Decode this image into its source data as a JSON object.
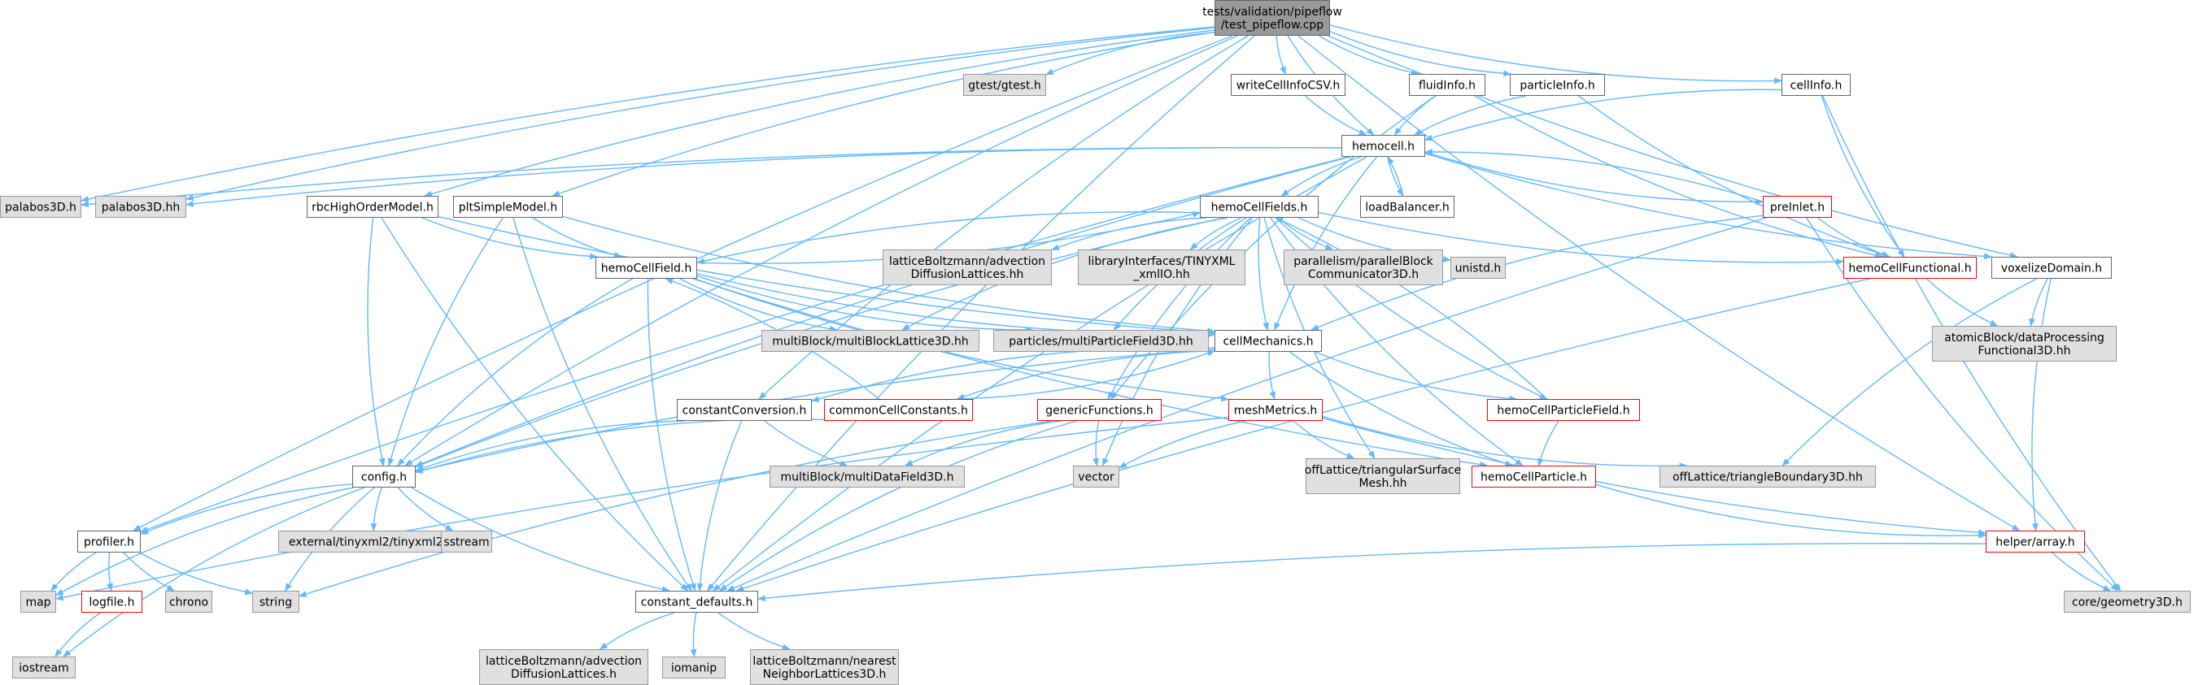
{
  "colors": {
    "root_fill": "#999999",
    "root_stroke": "#666666",
    "file_fill": "#ffffff",
    "file_stroke": "#666666",
    "incomplete_stroke": "#ff0000",
    "system_fill": "#e0e0e0",
    "system_stroke": "#999999",
    "edge": "#63b8ff"
  },
  "nodes": [
    {
      "id": "root",
      "lines": [
        "tests/validation/pipeflow",
        "/test_pipeflow.cpp"
      ],
      "kind": "root"
    },
    {
      "id": "gtest",
      "lines": [
        "gtest/gtest.h"
      ],
      "kind": "system"
    },
    {
      "id": "writeCellInfoCSV",
      "lines": [
        "writeCellInfoCSV.h"
      ],
      "kind": "file"
    },
    {
      "id": "fluidInfo",
      "lines": [
        "fluidInfo.h"
      ],
      "kind": "file"
    },
    {
      "id": "particleInfo",
      "lines": [
        "particleInfo.h"
      ],
      "kind": "file"
    },
    {
      "id": "cellInfo",
      "lines": [
        "cellInfo.h"
      ],
      "kind": "file"
    },
    {
      "id": "hemocell",
      "lines": [
        "hemocell.h"
      ],
      "kind": "file"
    },
    {
      "id": "palabos3Dh",
      "lines": [
        "palabos3D.h"
      ],
      "kind": "system"
    },
    {
      "id": "palabos3Dhh",
      "lines": [
        "palabos3D.hh"
      ],
      "kind": "system"
    },
    {
      "id": "rbcHighOrderModel",
      "lines": [
        "rbcHighOrderModel.h"
      ],
      "kind": "file"
    },
    {
      "id": "pltSimpleModel",
      "lines": [
        "pltSimpleModel.h"
      ],
      "kind": "file"
    },
    {
      "id": "hemoCellFields",
      "lines": [
        "hemoCellFields.h"
      ],
      "kind": "file"
    },
    {
      "id": "loadBalancer",
      "lines": [
        "loadBalancer.h"
      ],
      "kind": "file"
    },
    {
      "id": "preInlet",
      "lines": [
        "preInlet.h"
      ],
      "kind": "incomplete"
    },
    {
      "id": "hemoCellFunctional",
      "lines": [
        "hemoCellFunctional.h"
      ],
      "kind": "incomplete"
    },
    {
      "id": "voxelizeDomain",
      "lines": [
        "voxelizeDomain.h"
      ],
      "kind": "file"
    },
    {
      "id": "hemoCellField",
      "lines": [
        "hemoCellField.h"
      ],
      "kind": "file"
    },
    {
      "id": "lbAdvection1",
      "lines": [
        "latticeBoltzmann/advection",
        "DiffusionLattices.hh"
      ],
      "kind": "system"
    },
    {
      "id": "tinyXmlIO",
      "lines": [
        "libraryInterfaces/TINYXML",
        "_xmlIO.hh"
      ],
      "kind": "system"
    },
    {
      "id": "parallelBlock",
      "lines": [
        "parallelism/parallelBlock",
        "Communicator3D.h"
      ],
      "kind": "system"
    },
    {
      "id": "unistd",
      "lines": [
        "unistd.h"
      ],
      "kind": "system"
    },
    {
      "id": "atomicBlock",
      "lines": [
        "atomicBlock/dataProcessing",
        "Functional3D.hh"
      ],
      "kind": "system"
    },
    {
      "id": "multiBlockLattice",
      "lines": [
        "multiBlock/multiBlockLattice3D.hh"
      ],
      "kind": "system"
    },
    {
      "id": "multiParticleField",
      "lines": [
        "particles/multiParticleField3D.hh"
      ],
      "kind": "system"
    },
    {
      "id": "cellMechanics",
      "lines": [
        "cellMechanics.h"
      ],
      "kind": "file"
    },
    {
      "id": "constantConversion",
      "lines": [
        "constantConversion.h"
      ],
      "kind": "file"
    },
    {
      "id": "commonCellConstants",
      "lines": [
        "commonCellConstants.h"
      ],
      "kind": "incomplete"
    },
    {
      "id": "genericFunctions",
      "lines": [
        "genericFunctions.h"
      ],
      "kind": "incomplete"
    },
    {
      "id": "meshMetrics",
      "lines": [
        "meshMetrics.h"
      ],
      "kind": "incomplete"
    },
    {
      "id": "hemoCellParticleField",
      "lines": [
        "hemoCellParticleField.h"
      ],
      "kind": "incomplete"
    },
    {
      "id": "config",
      "lines": [
        "config.h"
      ],
      "kind": "file"
    },
    {
      "id": "multiDataField",
      "lines": [
        "multiBlock/multiDataField3D.h"
      ],
      "kind": "system"
    },
    {
      "id": "vector",
      "lines": [
        "vector"
      ],
      "kind": "system"
    },
    {
      "id": "triangularSurfaceMesh",
      "lines": [
        "offLattice/triangularSurface",
        "Mesh.hh"
      ],
      "kind": "system"
    },
    {
      "id": "hemoCellParticle",
      "lines": [
        "hemoCellParticle.h"
      ],
      "kind": "incomplete"
    },
    {
      "id": "triangleBoundary",
      "lines": [
        "offLattice/triangleBoundary3D.hh"
      ],
      "kind": "system"
    },
    {
      "id": "profiler",
      "lines": [
        "profiler.h"
      ],
      "kind": "file"
    },
    {
      "id": "tinyxml2",
      "lines": [
        "external/tinyxml2/tinyxml2.h"
      ],
      "kind": "system"
    },
    {
      "id": "sstream",
      "lines": [
        "sstream"
      ],
      "kind": "system"
    },
    {
      "id": "helperArray",
      "lines": [
        "helper/array.h"
      ],
      "kind": "incomplete"
    },
    {
      "id": "map",
      "lines": [
        "map"
      ],
      "kind": "system"
    },
    {
      "id": "logfile",
      "lines": [
        "logfile.h"
      ],
      "kind": "incomplete"
    },
    {
      "id": "chrono",
      "lines": [
        "chrono"
      ],
      "kind": "system"
    },
    {
      "id": "string",
      "lines": [
        "string"
      ],
      "kind": "system"
    },
    {
      "id": "constantDefaults",
      "lines": [
        "constant_defaults.h"
      ],
      "kind": "file"
    },
    {
      "id": "coreGeometry",
      "lines": [
        "core/geometry3D.h"
      ],
      "kind": "system"
    },
    {
      "id": "iostream",
      "lines": [
        "iostream"
      ],
      "kind": "system"
    },
    {
      "id": "lbAdvection2",
      "lines": [
        "latticeBoltzmann/advection",
        "DiffusionLattices.h"
      ],
      "kind": "system"
    },
    {
      "id": "iomanip",
      "lines": [
        "iomanip"
      ],
      "kind": "system"
    },
    {
      "id": "nearestNeighbor",
      "lines": [
        "latticeBoltzmann/nearest",
        "NeighborLattices3D.h"
      ],
      "kind": "system"
    }
  ],
  "edges": [
    [
      "root",
      "gtest"
    ],
    [
      "root",
      "writeCellInfoCSV"
    ],
    [
      "root",
      "fluidInfo"
    ],
    [
      "root",
      "particleInfo"
    ],
    [
      "root",
      "cellInfo"
    ],
    [
      "root",
      "hemocell"
    ],
    [
      "root",
      "palabos3Dh"
    ],
    [
      "root",
      "palabos3Dhh"
    ],
    [
      "root",
      "config"
    ],
    [
      "root",
      "constantDefaults"
    ],
    [
      "root",
      "voxelizeDomain"
    ],
    [
      "root",
      "helperArray"
    ],
    [
      "root",
      "rbcHighOrderModel"
    ],
    [
      "root",
      "pltSimpleModel"
    ],
    [
      "root",
      "constantConversion"
    ],
    [
      "root",
      "profiler"
    ],
    [
      "writeCellInfoCSV",
      "hemocell"
    ],
    [
      "fluidInfo",
      "hemocell"
    ],
    [
      "fluidInfo",
      "hemoCellFunctional"
    ],
    [
      "fluidInfo",
      "genericFunctions"
    ],
    [
      "particleInfo",
      "hemocell"
    ],
    [
      "particleInfo",
      "hemoCellFunctional"
    ],
    [
      "cellInfo",
      "hemocell"
    ],
    [
      "cellInfo",
      "hemoCellFunctional"
    ],
    [
      "cellInfo",
      "coreGeometry"
    ],
    [
      "hemocell",
      "palabos3Dh"
    ],
    [
      "hemocell",
      "palabos3Dhh"
    ],
    [
      "hemocell",
      "hemoCellFields"
    ],
    [
      "hemocell",
      "loadBalancer"
    ],
    [
      "hemocell",
      "preInlet"
    ],
    [
      "hemocell",
      "config"
    ],
    [
      "hemocell",
      "profiler"
    ],
    [
      "hemocell",
      "voxelizeDomain"
    ],
    [
      "hemocell",
      "cellMechanics"
    ],
    [
      "hemocell",
      "constantDefaults"
    ],
    [
      "loadBalancer",
      "hemocell"
    ],
    [
      "preInlet",
      "hemocell"
    ],
    [
      "rbcHighOrderModel",
      "hemoCellField"
    ],
    [
      "rbcHighOrderModel",
      "config"
    ],
    [
      "rbcHighOrderModel",
      "constantDefaults"
    ],
    [
      "rbcHighOrderModel",
      "cellMechanics"
    ],
    [
      "pltSimpleModel",
      "hemoCellField"
    ],
    [
      "pltSimpleModel",
      "config"
    ],
    [
      "pltSimpleModel",
      "constantDefaults"
    ],
    [
      "pltSimpleModel",
      "cellMechanics"
    ],
    [
      "hemoCellFields",
      "hemoCellField"
    ],
    [
      "hemoCellFields",
      "lbAdvection1"
    ],
    [
      "hemoCellFields",
      "tinyXmlIO"
    ],
    [
      "hemoCellFields",
      "parallelBlock"
    ],
    [
      "hemoCellFields",
      "unistd"
    ],
    [
      "hemoCellFields",
      "hemoCellFunctional"
    ],
    [
      "hemoCellFields",
      "multiBlockLattice"
    ],
    [
      "hemoCellFields",
      "multiParticleField"
    ],
    [
      "hemoCellFields",
      "config"
    ],
    [
      "hemoCellFields",
      "hemoCellParticleField"
    ],
    [
      "hemoCellFields",
      "hemoCellParticle"
    ],
    [
      "hemoCellFields",
      "triangularSurfaceMesh"
    ],
    [
      "hemoCellFields",
      "cellMechanics"
    ],
    [
      "hemoCellFields",
      "genericFunctions"
    ],
    [
      "hemoCellFields",
      "vector"
    ],
    [
      "hemoCellField",
      "hemoCellFields"
    ],
    [
      "hemoCellField",
      "multiBlockLattice"
    ],
    [
      "hemoCellField",
      "multiParticleField"
    ],
    [
      "hemoCellField",
      "cellMechanics"
    ],
    [
      "hemoCellField",
      "config"
    ],
    [
      "hemoCellField",
      "constantDefaults"
    ],
    [
      "hemoCellField",
      "meshMetrics"
    ],
    [
      "hemoCellField",
      "hemoCellParticle"
    ],
    [
      "hemoCellParticleField",
      "hemoCellFields"
    ],
    [
      "hemoCellParticleField",
      "hemoCellParticle"
    ],
    [
      "preInlet",
      "hemoCellFunctional"
    ],
    [
      "preInlet",
      "cellMechanics"
    ],
    [
      "preInlet",
      "constantDefaults"
    ],
    [
      "preInlet",
      "coreGeometry"
    ],
    [
      "hemoCellFunctional",
      "atomicBlock"
    ],
    [
      "hemoCellFunctional",
      "constantDefaults"
    ],
    [
      "voxelizeDomain",
      "atomicBlock"
    ],
    [
      "voxelizeDomain",
      "helperArray"
    ],
    [
      "voxelizeDomain",
      "triangleBoundary"
    ],
    [
      "cellMechanics",
      "commonCellConstants"
    ],
    [
      "cellMechanics",
      "constantConversion"
    ],
    [
      "cellMechanics",
      "meshMetrics"
    ],
    [
      "cellMechanics",
      "hemoCellParticleField"
    ],
    [
      "cellMechanics",
      "hemoCellParticle"
    ],
    [
      "cellMechanics",
      "config"
    ],
    [
      "commonCellConstants",
      "cellMechanics"
    ],
    [
      "commonCellConstants",
      "hemoCellField"
    ],
    [
      "commonCellConstants",
      "config"
    ],
    [
      "constantConversion",
      "config"
    ],
    [
      "constantConversion",
      "multiDataField"
    ],
    [
      "constantConversion",
      "constantDefaults"
    ],
    [
      "genericFunctions",
      "multiDataField"
    ],
    [
      "genericFunctions",
      "vector"
    ],
    [
      "genericFunctions",
      "constantDefaults"
    ],
    [
      "genericFunctions",
      "string"
    ],
    [
      "meshMetrics",
      "vector"
    ],
    [
      "meshMetrics",
      "triangularSurfaceMesh"
    ],
    [
      "meshMetrics",
      "triangleBoundary"
    ],
    [
      "meshMetrics",
      "helperArray"
    ],
    [
      "meshMetrics",
      "map"
    ],
    [
      "hemoCellParticle",
      "helperArray"
    ],
    [
      "config",
      "profiler"
    ],
    [
      "config",
      "tinyxml2"
    ],
    [
      "config",
      "sstream"
    ],
    [
      "config",
      "constantDefaults"
    ],
    [
      "config",
      "map"
    ],
    [
      "config",
      "string"
    ],
    [
      "config",
      "iostream"
    ],
    [
      "profiler",
      "map"
    ],
    [
      "profiler",
      "logfile"
    ],
    [
      "profiler",
      "chrono"
    ],
    [
      "profiler",
      "string"
    ],
    [
      "logfile",
      "iostream"
    ],
    [
      "helperArray",
      "constantDefaults"
    ],
    [
      "helperArray",
      "coreGeometry"
    ],
    [
      "constantDefaults",
      "lbAdvection2"
    ],
    [
      "constantDefaults",
      "iomanip"
    ],
    [
      "constantDefaults",
      "nearestNeighbor"
    ]
  ]
}
